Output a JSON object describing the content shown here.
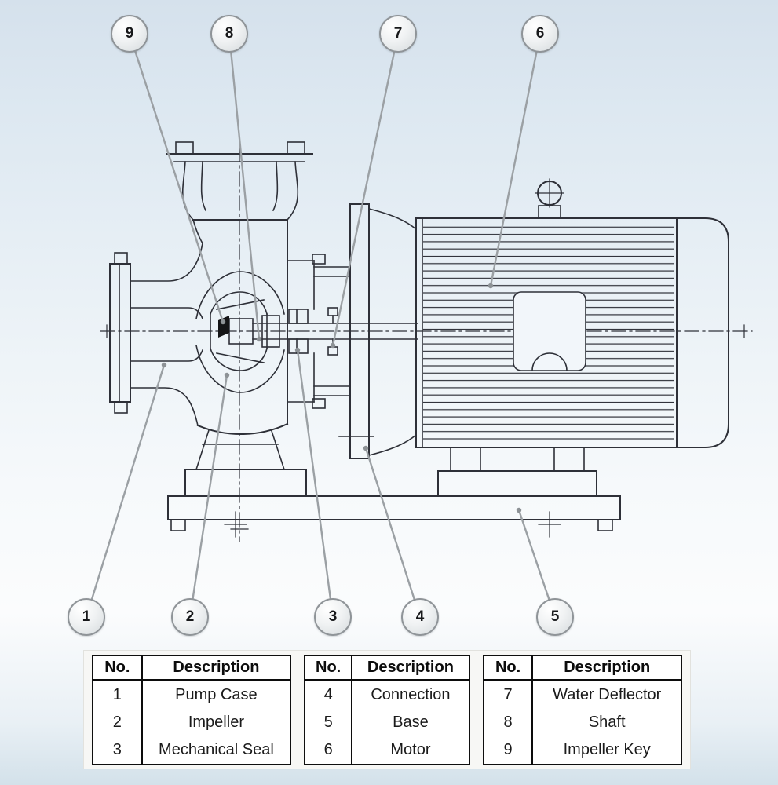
{
  "callouts": [
    "1",
    "2",
    "3",
    "4",
    "5",
    "6",
    "7",
    "8",
    "9"
  ],
  "legend": {
    "col_no": "No.",
    "col_desc": "Description",
    "tables": [
      {
        "rows": [
          {
            "no": "1",
            "desc": "Pump Case"
          },
          {
            "no": "2",
            "desc": "Impeller"
          },
          {
            "no": "3",
            "desc": "Mechanical Seal"
          }
        ]
      },
      {
        "rows": [
          {
            "no": "4",
            "desc": "Connection"
          },
          {
            "no": "5",
            "desc": "Base"
          },
          {
            "no": "6",
            "desc": "Motor"
          }
        ]
      },
      {
        "rows": [
          {
            "no": "7",
            "desc": "Water Deflector"
          },
          {
            "no": "8",
            "desc": "Shaft"
          },
          {
            "no": "9",
            "desc": "Impeller Key"
          }
        ]
      }
    ]
  },
  "colors": {
    "drawing_line": "#2e3038",
    "leader_line": "#9ba0a4",
    "background_top": "#d5e1ec",
    "callout_border": "#8f9498"
  }
}
